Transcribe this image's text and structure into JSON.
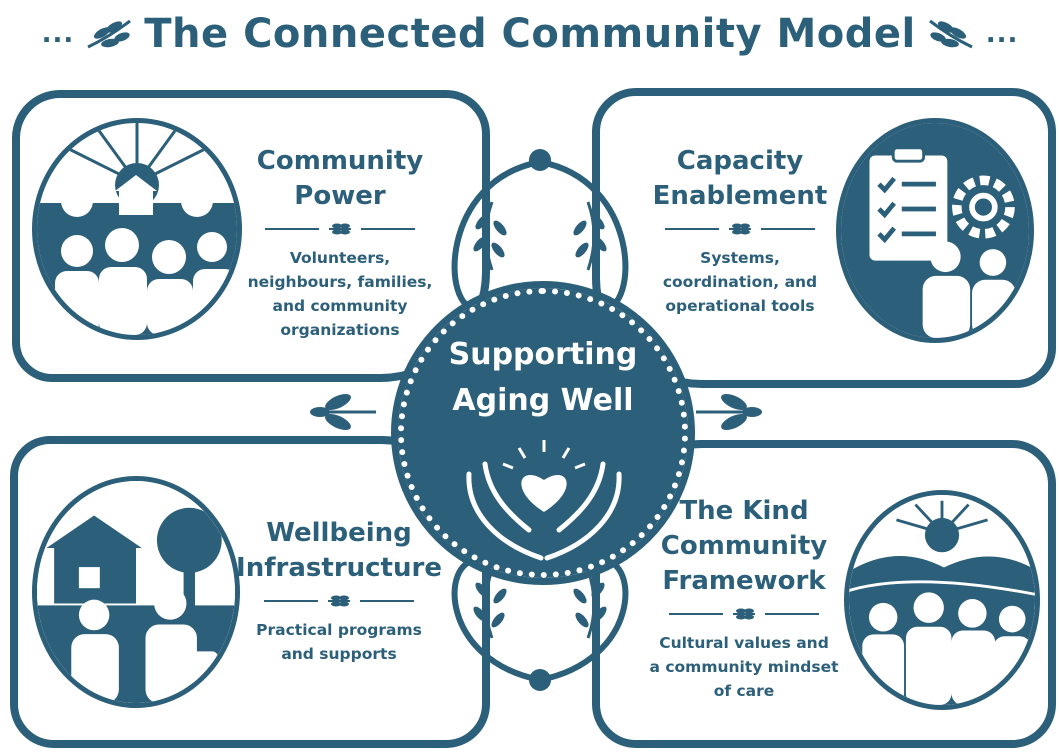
{
  "title": "The Connected Community Model",
  "title_dots_left": "...",
  "title_dots_right": "...",
  "center": {
    "line1": "Supporting",
    "line2": "Aging Well"
  },
  "panels": {
    "community_power": {
      "title_line1": "Community",
      "title_line2": "Power",
      "desc_line1": "Volunteers,",
      "desc_line2": "neighbours, families,",
      "desc_line3": "and community",
      "desc_line4": "organizations"
    },
    "capacity_enablement": {
      "title_line1": "Capacity",
      "title_line2": "Enablement",
      "desc_line1": "Systems,",
      "desc_line2": "coordination, and",
      "desc_line3": "operational tools"
    },
    "wellbeing_infrastructure": {
      "title_line1": "Wellbeing",
      "title_line2": "Infrastructure",
      "desc_line1": "Practical programs",
      "desc_line2": "and supports"
    },
    "kind_community_framework": {
      "title_line1": "The Kind",
      "title_line2": "Community",
      "title_line3": "Framework",
      "desc_line1": "Cultural values and",
      "desc_line2": "a community mindset",
      "desc_line3": "of care"
    }
  },
  "colors": {
    "primary": "#2c5f79",
    "background": "#ffffff"
  },
  "icons": [
    "leaf-sprig-icon",
    "heart-hands-icon",
    "clipboard-checklist-icon",
    "gear-icon",
    "house-icon",
    "sun-icon",
    "tree-icon"
  ]
}
